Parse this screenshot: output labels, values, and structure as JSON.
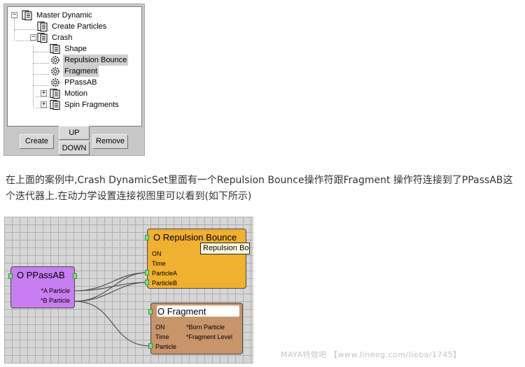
{
  "tree": {
    "items": [
      {
        "label": "Master Dynamic",
        "icon": "document-icon"
      },
      {
        "label": "Create Particles",
        "icon": "document-icon"
      },
      {
        "label": "Crash",
        "icon": "document-icon"
      },
      {
        "label": "Shape",
        "icon": "document-icon"
      },
      {
        "label": "Repulsion Bounce",
        "icon": "gear-icon"
      },
      {
        "label": "Fragment",
        "icon": "gear-icon"
      },
      {
        "label": "PPassAB",
        "icon": "gear-icon"
      },
      {
        "label": "Motion",
        "icon": "document-icon"
      },
      {
        "label": "Spin Fragments",
        "icon": "document-icon"
      }
    ],
    "expand_symbols": {
      "collapse": "−",
      "expand": "+"
    }
  },
  "buttons": {
    "create": "Create",
    "up": "UP",
    "down": "DOWN",
    "remove": "Remove"
  },
  "description": "在上面的案例中,Crash DynamicSet里面有一个Repulsion Bounce操作符跟Fragment 操作符连接到了PPassAB这个迭代器上.在动力学设置连接视图里可以看到(如下所示)",
  "graph": {
    "nodes": {
      "ppassab": {
        "title": "O PPassAB",
        "ports": [
          "*A Particle",
          "*B Particle"
        ],
        "color": "#c77ef0"
      },
      "repulsion": {
        "title": "O Repulsion Bounce",
        "ports": [
          "ON",
          "Time",
          "ParticleA",
          "ParticleB"
        ],
        "color": "#f0b030"
      },
      "fragment": {
        "title": "O Fragment",
        "ports_left": [
          "ON",
          "Time",
          "Particle"
        ],
        "ports_right": [
          "*Born Particle",
          "*Fragment Level"
        ],
        "color": "#c8946a"
      }
    },
    "tooltip": "Repulsion Bounce",
    "pin_color": "#7fe08a"
  },
  "watermark": "MAYA特效吧 【www.lineeg.com/lieba/1745】"
}
